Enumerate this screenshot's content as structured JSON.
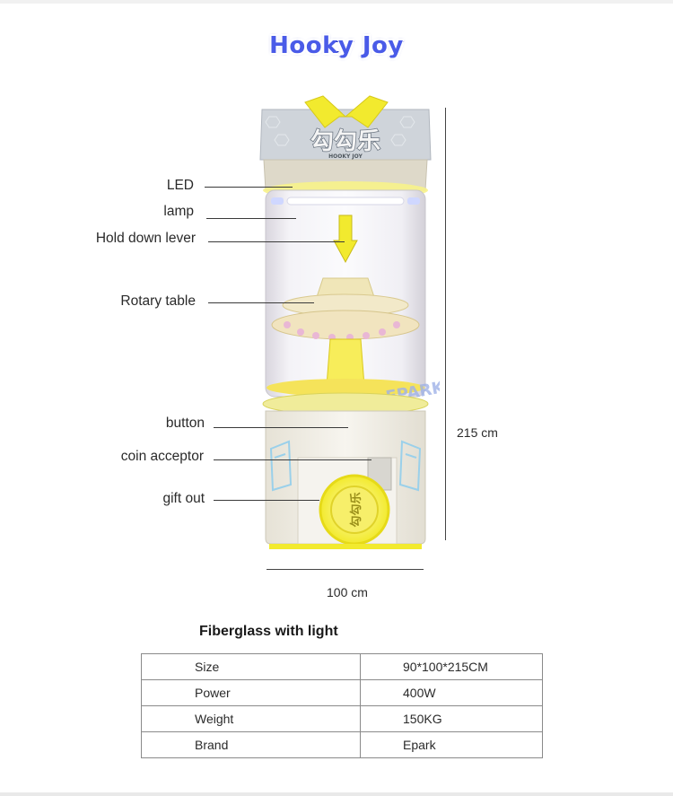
{
  "title": "Hooky Joy",
  "machine": {
    "sign_text": "勾勾乐",
    "sign_sub": "HOOKY JOY",
    "watermark": "EPARK",
    "door_text": "勾勾乐"
  },
  "labels": {
    "led": "LED",
    "lamp": "lamp",
    "lever": "Hold down lever",
    "rotary": "Rotary table",
    "button": "button",
    "coin": "coin acceptor",
    "gift": "gift out"
  },
  "dimensions": {
    "height": "215 cm",
    "width": "100 cm"
  },
  "specs": {
    "subtitle": "Fiberglass with light",
    "rows": [
      {
        "key": "Size",
        "value": "90*100*215CM"
      },
      {
        "key": "Power",
        "value": "400W"
      },
      {
        "key": "Weight",
        "value": "150KG"
      },
      {
        "key": "Brand",
        "value": "Epark"
      }
    ]
  },
  "colors": {
    "title": "#4a5be8",
    "accent": "#f2ea2e",
    "cabinet": "#ece9df"
  }
}
